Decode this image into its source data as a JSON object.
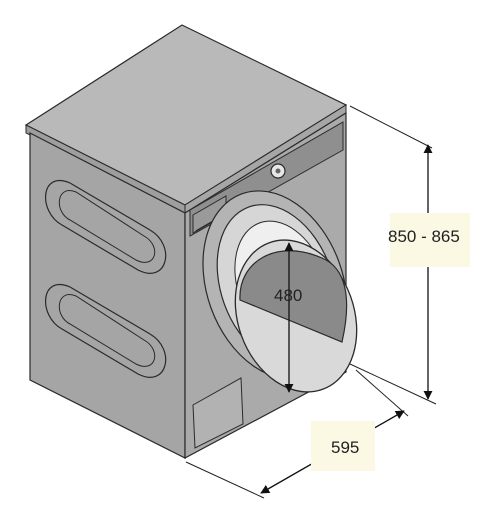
{
  "dimensions": {
    "height_label": "850 - 865",
    "width_label": "595",
    "door_label": "480"
  },
  "colors": {
    "body_fill": "#a5a5a5",
    "top_fill": "#b9b9b9",
    "front_fill": "#aaaaaa",
    "outline": "#2a2a2a",
    "door_window": "#8a8a8a",
    "label_background": "#fbf8e4"
  }
}
